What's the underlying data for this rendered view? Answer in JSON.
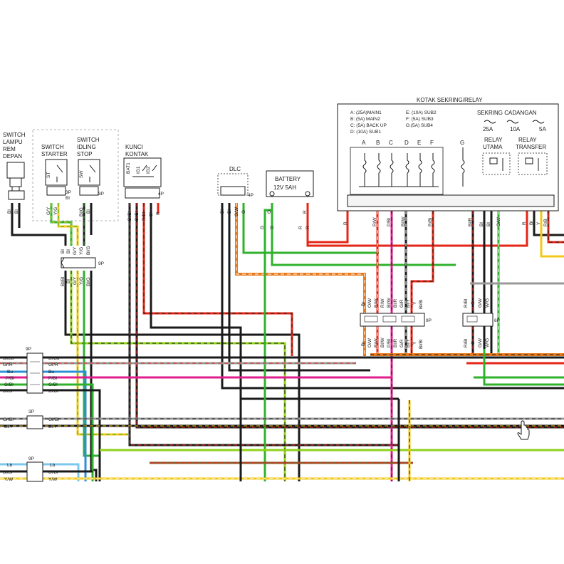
{
  "fuse_box": {
    "title": "KOTAK SEKRING/RELAY",
    "fuse_list": [
      "A: (25A)MAIN1",
      "B: (5A) MAIN2",
      "C: (5A) BACK UP",
      "D: (10A) SUB1",
      "E: (10A) SUB2",
      "F: (5A) SUB3",
      "G:(5A) SUB4"
    ],
    "spare_title": "SEKRING CADANGAN",
    "spare_values": [
      "25A",
      "10A",
      "5A"
    ],
    "fuse_letters": [
      "A",
      "B",
      "C",
      "D",
      "E",
      "F",
      "G"
    ],
    "relay_utama": [
      "RELAY",
      "UTAMA"
    ],
    "relay_transfer": [
      "RELAY",
      "TRANSFER"
    ],
    "pins": [
      "R",
      "R/W",
      "P/Bl",
      "Bl/W",
      "R/Bl",
      "Bl/R",
      "Bl",
      "Bl",
      "G/W",
      "R",
      "Bl",
      "Y",
      "R/B"
    ]
  },
  "components": {
    "switch_lampu": [
      "SWITCH",
      "LAMPU",
      "REM",
      "DEPAN"
    ],
    "switch_starter": [
      "SWITCH",
      "STARTER"
    ],
    "switch_idling": [
      "SWITCH",
      "IDLING",
      "STOP"
    ],
    "kunci_kontak": [
      "KUNCI",
      "KONTAK"
    ],
    "dlc": "DLC",
    "battery": [
      "BATTERY",
      "12V 5AH"
    ],
    "starter_st": "ST",
    "idling_sw": "SW",
    "kunci_pins": [
      "BAT1",
      "IG1",
      "IG2"
    ]
  },
  "connectors": {
    "conn_3p_a": "3P",
    "conn_3p_b": "3P",
    "conn_4p_kunci": "4P",
    "conn_4p_dlc": "4P",
    "conn_9p_main": "9P",
    "conn_9p_center": "9P",
    "conn_6p_right": "6P",
    "conn_9p_left_a": "9P",
    "conn_3p_left": "3P",
    "conn_9p_left_b": "9P"
  },
  "wire_labels": {
    "lampu": [
      "Bl",
      "Bl"
    ],
    "starter": [
      "G/Y",
      "Y/G"
    ],
    "starter_extra": "Bl",
    "idling": [
      "Bl/G",
      "Bl"
    ],
    "kunci": [
      "Bl/Bl",
      "Bl/Bl",
      "R/Bl",
      "Bl",
      "R"
    ],
    "dlc": [
      "Bl",
      "Bl",
      "O/W",
      "G"
    ],
    "battery": [
      "G",
      "R"
    ],
    "bat_lower": [
      "G",
      "G",
      "R",
      "R"
    ],
    "c9_top": [
      "Bl",
      "Bl",
      "G/Y",
      "Y/G",
      "Bl/G"
    ],
    "c9_bottom": [
      "Bl/Bl",
      "Bl",
      "G/Y",
      "Y/G",
      "Bl/G"
    ],
    "center_top": [
      "Br",
      "O/W",
      "R/W",
      "R/W",
      "Bl/W",
      "Bl/R",
      "G/R",
      "Bl/Y",
      "Y",
      "Bl/Bl"
    ],
    "center_bottom": [
      "Br",
      "O/W",
      "R/W",
      "Bl/W",
      "P/Bl",
      "Bl/R",
      "G/R",
      "Bl/Y",
      "Y",
      "Bl/Bl"
    ],
    "right_top": [
      "R/Bl",
      "G",
      "G/W",
      "W/G"
    ],
    "right_bottom": [
      "R/Bl",
      "G",
      "G/W",
      "W/G"
    ],
    "left9a_left": [
      "Bl/Bu",
      "Gr/R",
      "Bu",
      "P/Bl",
      "G/Bl",
      "Bl/Br"
    ],
    "left9a_right": [
      "Bl/Bu",
      "Gr/R",
      "Bu",
      "P/Bl",
      "G/Bl",
      "Bl/Br"
    ],
    "left3_left": [
      "Gr/Bl",
      "Bl/Y"
    ],
    "left3_right": [
      "Gr/Bl",
      "Bl/Y"
    ],
    "left9b_left": [
      "Lb",
      "Bl/Br",
      "Y/W"
    ],
    "left9b_right": [
      "Lb",
      "Bl/Br",
      "Y/W"
    ]
  },
  "colors": {
    "black": "#1a1a1a",
    "red": "#e52515",
    "green": "#2fb12c",
    "lightgreen": "#8fd11b",
    "yellow": "#f2c81a",
    "orange": "#e87a1a",
    "brown": "#8b5a2b",
    "pink": "#e01e8c",
    "blue": "#2d8fd6",
    "lightblue": "#7cc7ee",
    "grey": "#9a9a9a"
  }
}
